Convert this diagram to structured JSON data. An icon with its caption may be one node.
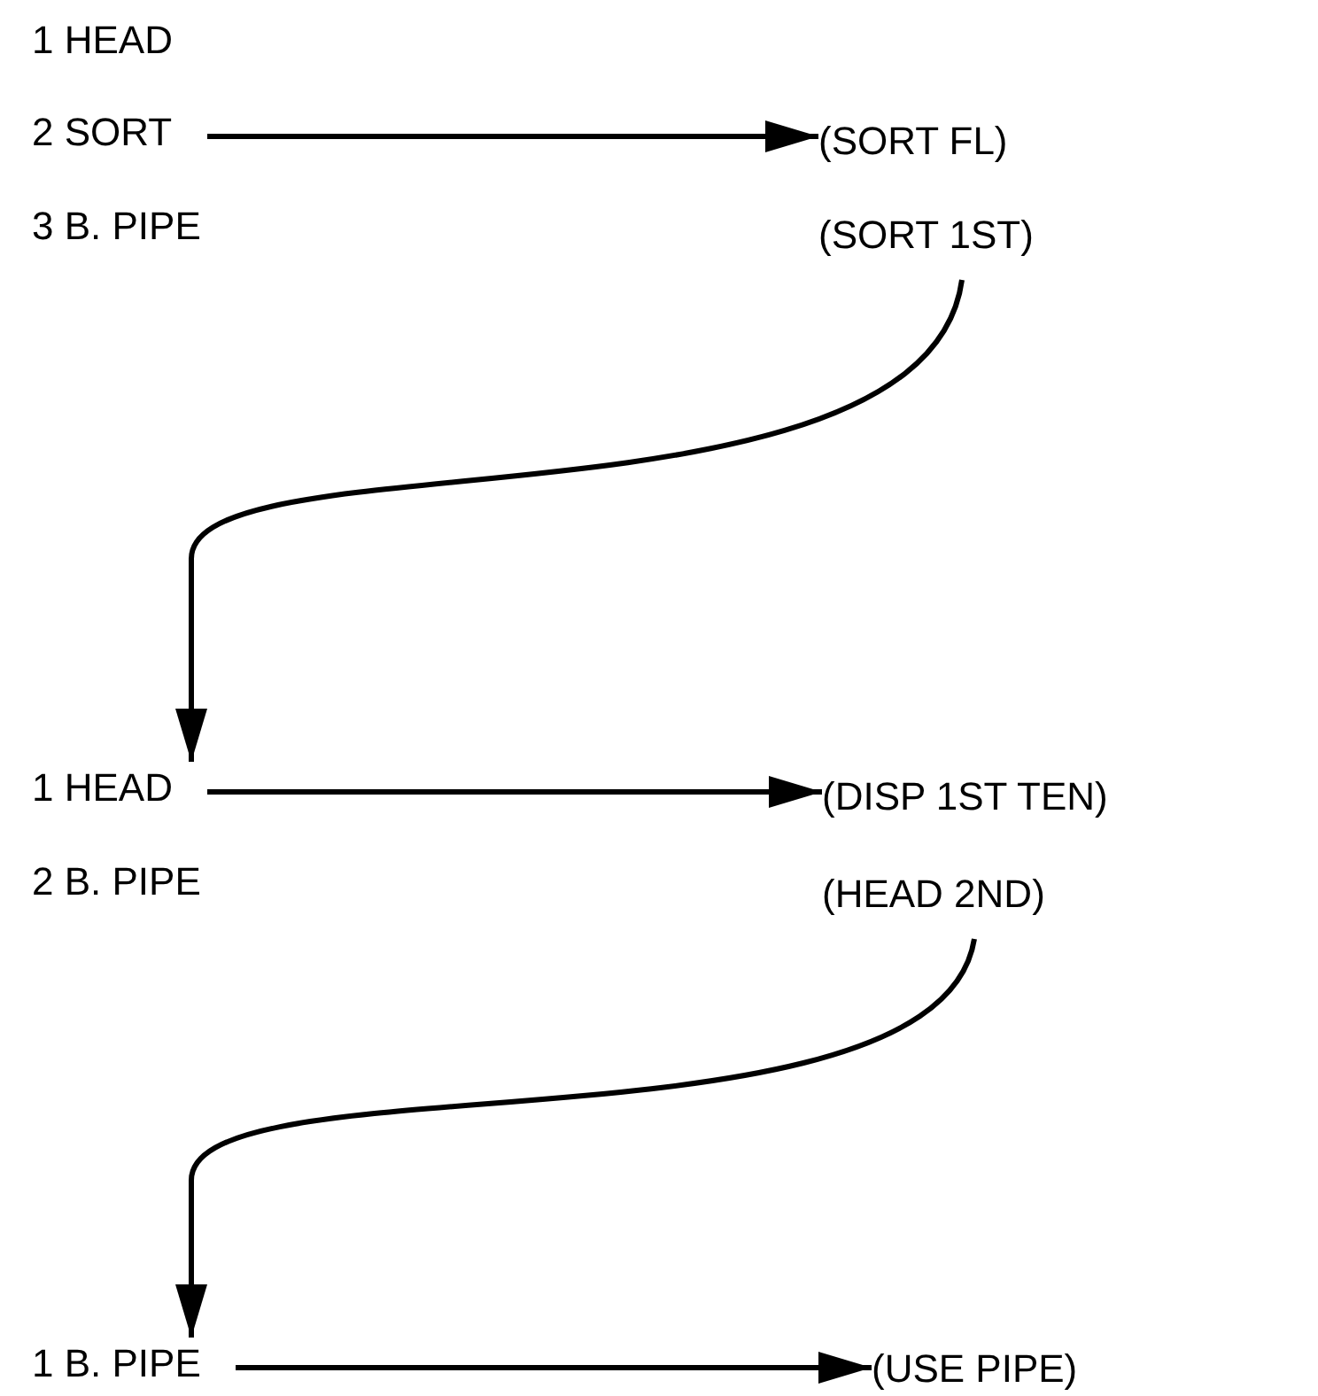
{
  "diagram": {
    "nodes": [
      {
        "text": [
          "2 SORT"
        ]
      },
      {
        "text": [
          "(SORT FL)"
        ]
      },
      {
        "text": [
          "(SORT 1ST)"
        ]
      },
      {
        "text": [
          "1 HEAD"
        ]
      },
      {
        "text": [
          "(DISP 1ST TEN)"
        ]
      },
      {
        "text": [
          "(HEAD 2ND)"
        ]
      },
      {
        "text": [
          "1 B. PIPE"
        ]
      },
      {
        "text": [
          "(USE PIPE)"
        ]
      }
    ],
    "edges": [
      {
        "from": 0,
        "to": 1,
        "arrow": "to"
      },
      {
        "from": 2,
        "to": 3,
        "arrow": "to"
      },
      {
        "from": 3,
        "to": 4,
        "arrow": "to"
      },
      {
        "from": 5,
        "to": 6,
        "arrow": "to"
      },
      {
        "from": 6,
        "to": 7,
        "arrow": "to"
      }
    ],
    "labels": [
      "1 HEAD",
      "3 B. PIPE",
      "2 B. PIPE"
    ]
  }
}
